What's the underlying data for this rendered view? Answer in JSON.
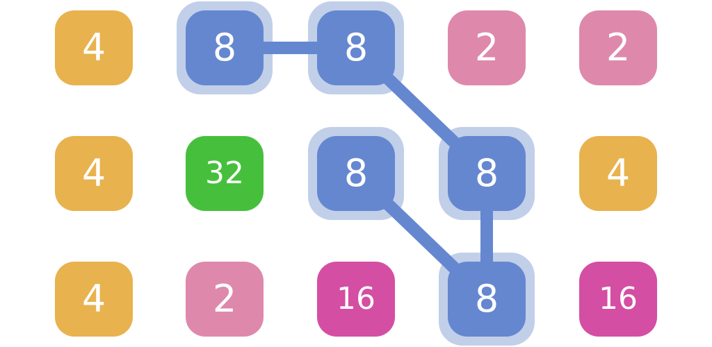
{
  "colors": {
    "background": "#ffffff",
    "halo": "#c1cfe9",
    "connector": "#6587d0"
  },
  "tile_colors": {
    "2": "#de89ab",
    "4": "#e8b24e",
    "8": "#6587d0",
    "16": "#d44ea3",
    "32": "#46c03c"
  },
  "board": {
    "rows": 3,
    "cols": 5,
    "tiles": [
      {
        "id": "r1c1",
        "row": 1,
        "col": 1,
        "value": "4",
        "selected": false
      },
      {
        "id": "r1c2",
        "row": 1,
        "col": 2,
        "value": "8",
        "selected": true
      },
      {
        "id": "r1c3",
        "row": 1,
        "col": 3,
        "value": "8",
        "selected": true
      },
      {
        "id": "r1c4",
        "row": 1,
        "col": 4,
        "value": "2",
        "selected": false
      },
      {
        "id": "r1c5",
        "row": 1,
        "col": 5,
        "value": "2",
        "selected": false
      },
      {
        "id": "r2c1",
        "row": 2,
        "col": 1,
        "value": "4",
        "selected": false
      },
      {
        "id": "r2c2",
        "row": 2,
        "col": 2,
        "value": "32",
        "selected": false
      },
      {
        "id": "r2c3",
        "row": 2,
        "col": 3,
        "value": "8",
        "selected": true
      },
      {
        "id": "r2c4",
        "row": 2,
        "col": 4,
        "value": "8",
        "selected": true
      },
      {
        "id": "r2c5",
        "row": 2,
        "col": 5,
        "value": "4",
        "selected": false
      },
      {
        "id": "r3c1",
        "row": 3,
        "col": 1,
        "value": "4",
        "selected": false
      },
      {
        "id": "r3c2",
        "row": 3,
        "col": 2,
        "value": "2",
        "selected": false
      },
      {
        "id": "r3c3",
        "row": 3,
        "col": 3,
        "value": "16",
        "selected": false
      },
      {
        "id": "r3c4",
        "row": 3,
        "col": 4,
        "value": "8",
        "selected": true
      },
      {
        "id": "r3c5",
        "row": 3,
        "col": 5,
        "value": "16",
        "selected": false
      }
    ],
    "chain": [
      "r1c2",
      "r1c3",
      "r2c4",
      "r3c4",
      "r2c3"
    ]
  }
}
